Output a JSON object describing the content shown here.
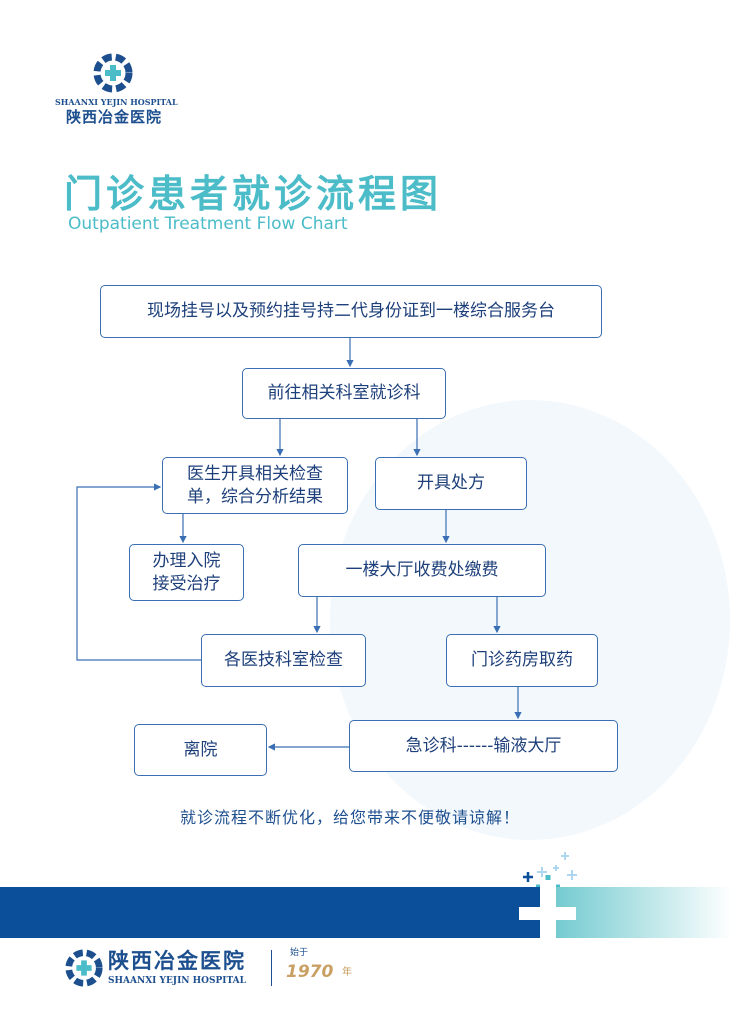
{
  "header": {
    "logo_en": "SHAANXI YEJIN HOSPITAL",
    "logo_cn": "陕西冶金医院"
  },
  "title": "门诊患者就诊流程图",
  "subtitle": "Outpatient Treatment Flow Chart",
  "flow": {
    "step1": "现场挂号以及预约挂号持二代身份证到一楼综合服务台",
    "step2": "前往相关科室就诊科",
    "step3a": "医生开具相关检查",
    "step3b": "单，综合分析结果",
    "step4": "开具处方",
    "step5a": "办理入院",
    "step5b": "接受治疗",
    "step6": "一楼大厅收费处缴费",
    "step7": "各医技科室检查",
    "step8": "门诊药房取药",
    "step9": "急诊科------输液大厅",
    "step10": "离院"
  },
  "note": "就诊流程不断优化，给您带来不便敬请谅解！",
  "footer": {
    "logo_cn": "陕西冶金医院",
    "logo_en": "SHAANXI YEJIN HOSPITAL",
    "since_label": "始于",
    "since_year": "1970",
    "since_suffix": "年"
  },
  "colors": {
    "brand": "#0b4f9a",
    "accent": "#4bbcc8"
  }
}
